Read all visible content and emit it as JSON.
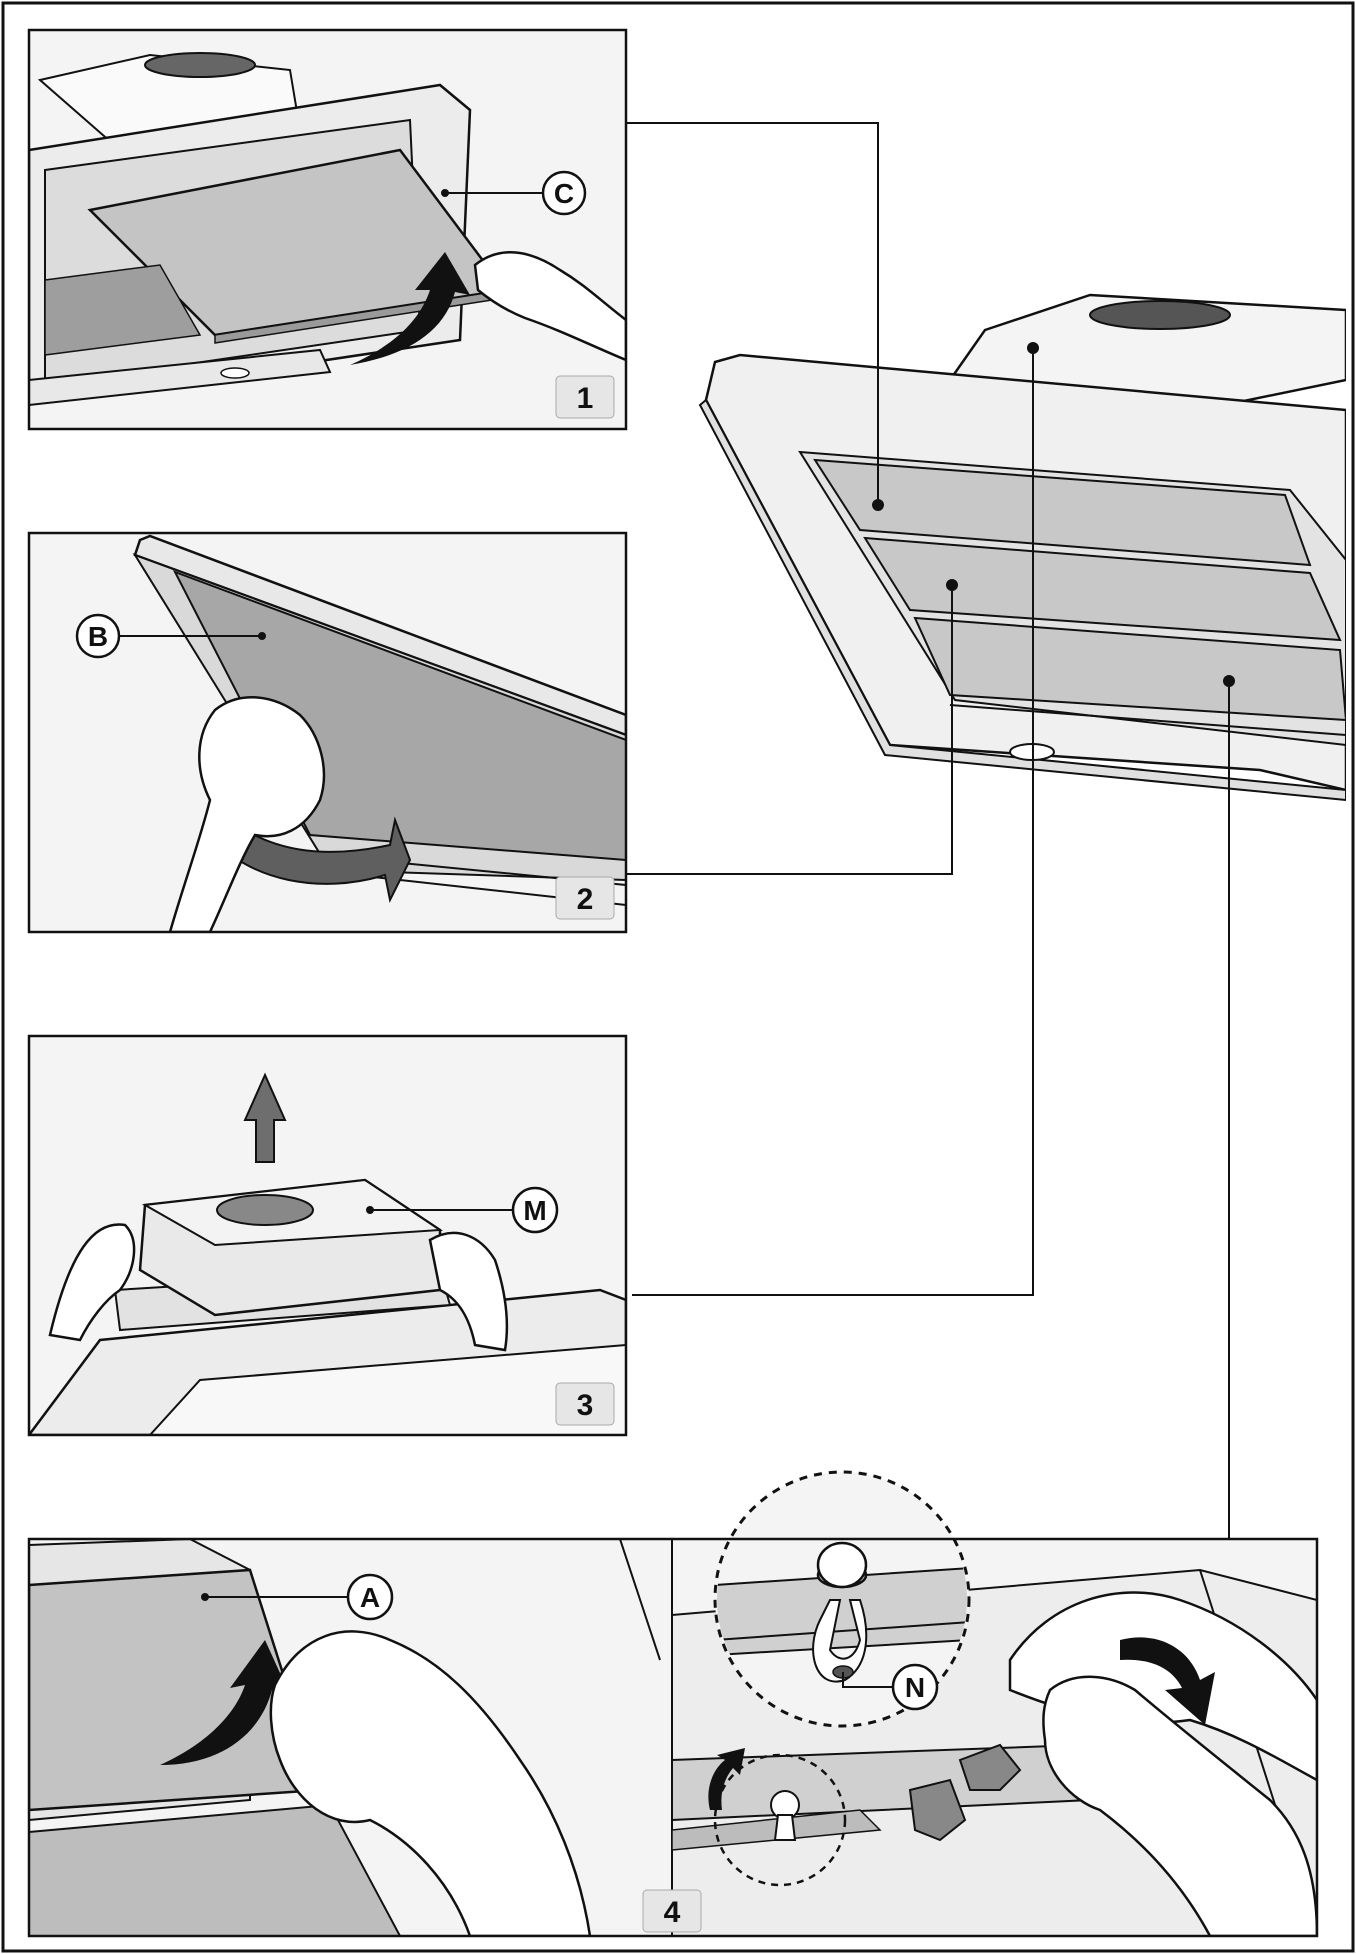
{
  "steps": [
    {
      "number": "1",
      "callout": "C"
    },
    {
      "number": "2",
      "callout": "B"
    },
    {
      "number": "3",
      "callout": "M"
    },
    {
      "number": "4",
      "callouts": [
        "A",
        "N"
      ]
    }
  ],
  "colors": {
    "outline": "#111111",
    "panel_bg": "#f2f2f2",
    "filter_gray": "#bdbdbd",
    "dark_filter": "#8e8e8e",
    "arrow_black": "#111111",
    "arrow_gray": "#6e6e6e",
    "hood_body": "#eeeeee"
  },
  "icons": [
    "up-arrow-icon",
    "curved-arrow-icon",
    "hand-illustration",
    "range-hood-illustration"
  ]
}
